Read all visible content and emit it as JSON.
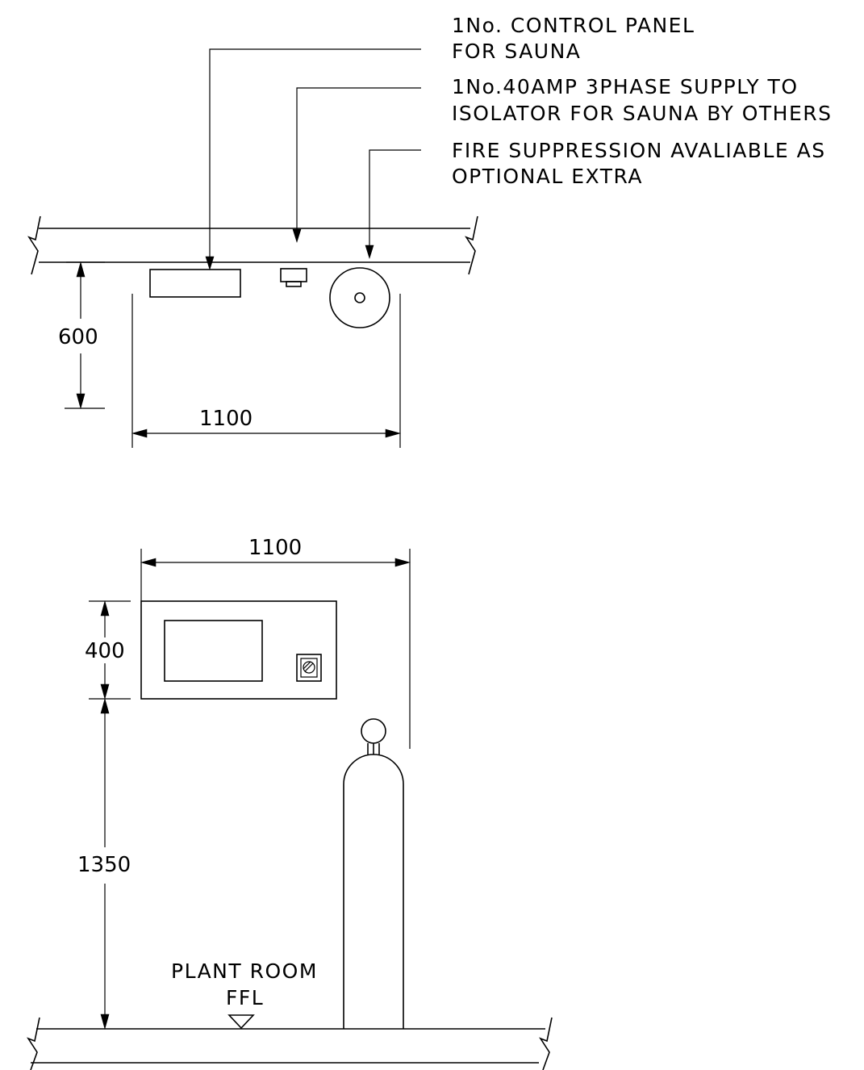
{
  "plan_view": {
    "callouts": [
      {
        "line1": "1No. CONTROL PANEL",
        "line2": "FOR SAUNA"
      },
      {
        "line1": "1No.40AMP 3PHASE SUPPLY TO",
        "line2": "ISOLATOR FOR SAUNA BY OTHERS"
      },
      {
        "line1": "FIRE SUPPRESSION AVALIABLE AS",
        "line2": "OPTIONAL EXTRA"
      }
    ],
    "dim_depth": "600",
    "dim_width": "1100"
  },
  "elevation_view": {
    "dim_width": "1100",
    "dim_panel_height": "400",
    "dim_mount_height": "1350",
    "floor_label_line1": "PLANT ROOM",
    "floor_label_line2": "FFL"
  }
}
